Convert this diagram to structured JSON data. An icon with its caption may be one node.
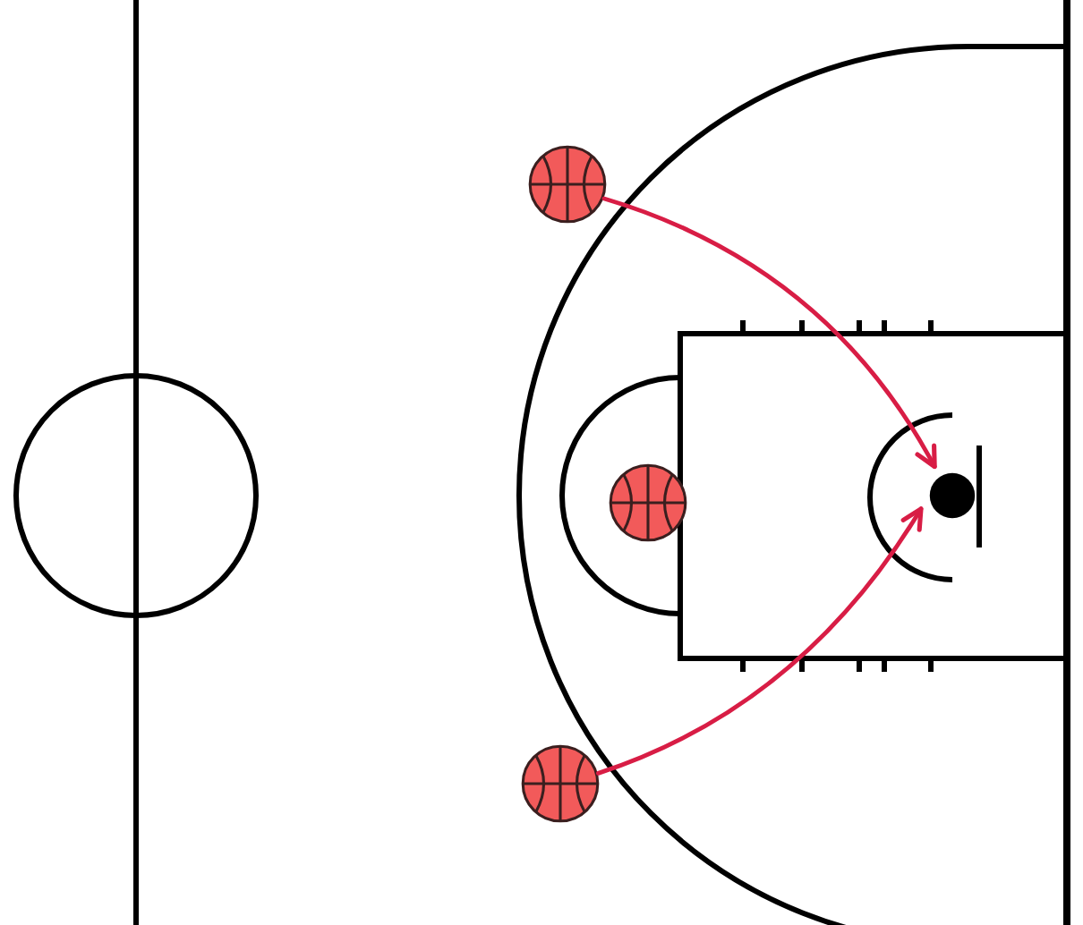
{
  "diagram": {
    "nodes": [
      {
        "text": [],
        "shape": "picture"
      },
      {
        "text": [],
        "shape": "picture"
      },
      {
        "text": [],
        "shape": "circle"
      },
      {
        "text": [],
        "shape": "picture"
      }
    ],
    "edges": [
      {
        "from": 0,
        "to": 2,
        "arrow": "to"
      },
      {
        "from": 3,
        "to": 2,
        "arrow": "to"
      }
    ]
  }
}
